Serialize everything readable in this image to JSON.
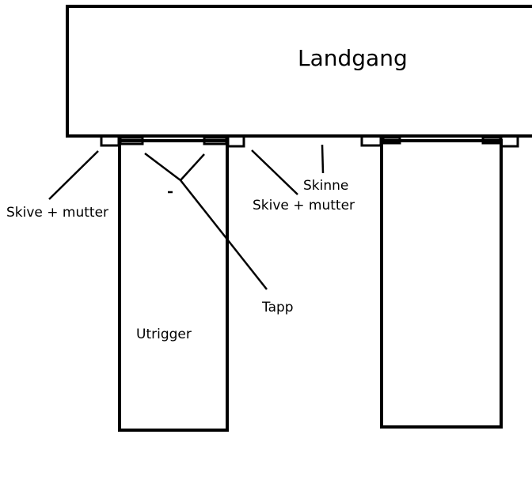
{
  "labels": {
    "landgang": "Landgang",
    "skive_mutter_left": "Skive + mutter",
    "skinne": "Skinne",
    "skive_mutter_right": "Skive + mutter",
    "tapp": "Tapp",
    "utrigger": "Utrigger"
  },
  "colors": {
    "line": "#000000",
    "background": "#ffffff"
  }
}
